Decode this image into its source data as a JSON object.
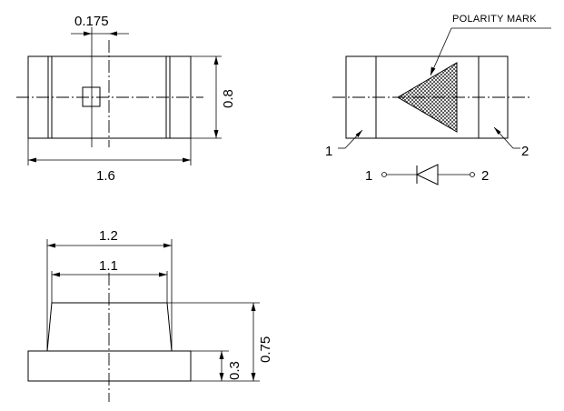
{
  "top_view": {
    "dim_pad_width": "0.175",
    "dim_height": "0.8",
    "dim_length": "1.6"
  },
  "polarity_view": {
    "polarity_label": "POLARITY MARK",
    "pin1_label": "1",
    "pin2_label": "2",
    "symbol_pin1": "1",
    "symbol_pin2": "2"
  },
  "side_view": {
    "dim_top_outer": "1.2",
    "dim_top_inner": "1.1",
    "dim_total_height": "0.75",
    "dim_base_height": "0.3"
  }
}
